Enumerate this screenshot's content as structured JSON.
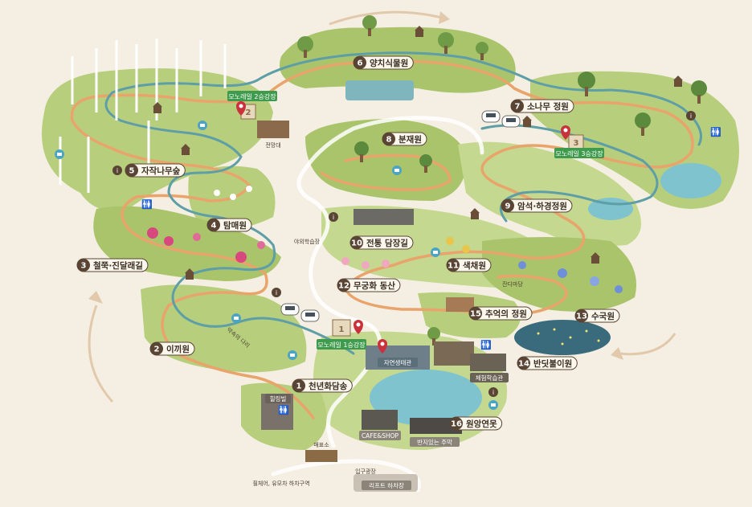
{
  "gardens": [
    {
      "num": "1",
      "name": "천년화담송"
    },
    {
      "num": "2",
      "name": "이끼원"
    },
    {
      "num": "3",
      "name": "철쭉·진달래길"
    },
    {
      "num": "4",
      "name": "탐매원"
    },
    {
      "num": "5",
      "name": "자작나무숲"
    },
    {
      "num": "6",
      "name": "양치식물원"
    },
    {
      "num": "7",
      "name": "소나무 정원"
    },
    {
      "num": "8",
      "name": "분재원"
    },
    {
      "num": "9",
      "name": "암석·하경정원"
    },
    {
      "num": "10",
      "name": "전통 담장길"
    },
    {
      "num": "11",
      "name": "색채원"
    },
    {
      "num": "12",
      "name": "무궁화 동산"
    },
    {
      "num": "13",
      "name": "수국원"
    },
    {
      "num": "14",
      "name": "반딧불이원"
    },
    {
      "num": "15",
      "name": "추억의 정원"
    },
    {
      "num": "16",
      "name": "원앙연못"
    }
  ],
  "stations": {
    "s1": "모노레일 1승강장",
    "s2": "모노레일 2승강장",
    "s3": "모노레일 3승강장"
  },
  "station_numbers": {
    "s1": "1",
    "s2": "2",
    "s3": "3"
  },
  "places": {
    "observatory": "전망대",
    "outdoor_class": "야외학습장",
    "lawn_yard": "잔디마당",
    "nature_museum": "자연생태관",
    "experience_hall": "체험학습관",
    "cafe": "CAFE&SHOP",
    "ticket": "매표소",
    "healing": "힐링빌",
    "entrance": "입구광장",
    "lift": "리프트 하차장",
    "wheelchair": "휠체어, 유모차 하차구역",
    "bridge": "약속의 다리",
    "library": "반지있는 주막"
  },
  "colors": {
    "background": "#f4efe2",
    "garden_green": "#a9c46b",
    "garden_light": "#c5d88f",
    "path_orange": "#e8a46b",
    "path_blue": "#5e9ea6",
    "label_brown": "#5a4434",
    "station_green": "#3e9a4c",
    "marker_red": "#c9313b",
    "pond_blue": "#7fc3cf"
  },
  "icons": [
    "monorail-car-icon",
    "camera-icon",
    "restroom-icon",
    "info-icon",
    "location-pin-icon",
    "house-icon",
    "tree-icon",
    "flower-icon"
  ]
}
